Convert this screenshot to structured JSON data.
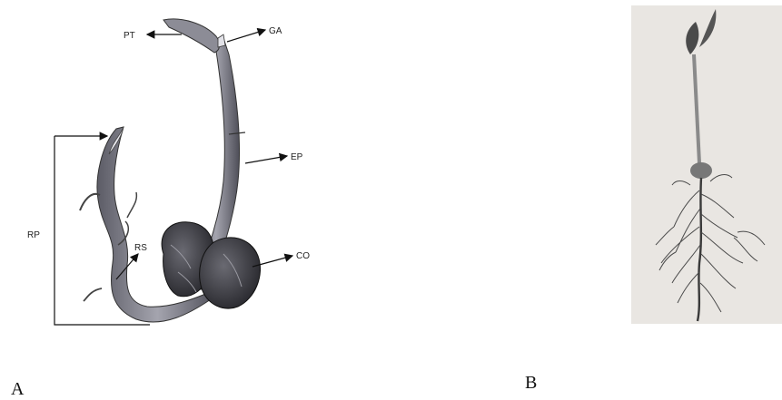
{
  "panels": {
    "a": {
      "letter": "A",
      "labels": {
        "pt": "PT",
        "ga": "GA",
        "ep": "EP",
        "rp": "RP",
        "rs": "RS",
        "co": "CO"
      }
    },
    "b": {
      "letter": "B"
    }
  }
}
